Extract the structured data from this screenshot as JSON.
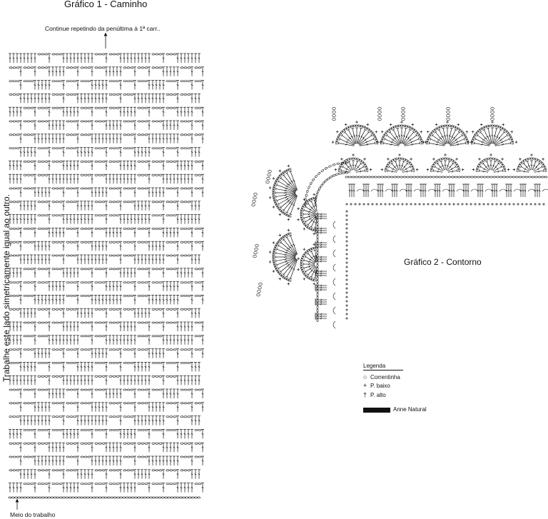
{
  "chart1": {
    "title": "Gráfico 1 - Caminho",
    "top_note": "Continue repetindo da penúltima à 1ª carr..",
    "side_note": "Trabalhe este lado simetricamente igual ao outro.",
    "bottom_note": "Meio do trabalho"
  },
  "chart2": {
    "title": "Gráfico 2 - Contorno"
  },
  "legend": {
    "title": "Legenda",
    "items": [
      {
        "symbol": "chain-icon",
        "glyph": "○",
        "label": "Correntinha"
      },
      {
        "symbol": "single-crochet-icon",
        "glyph": "+",
        "label": "P. baixo"
      },
      {
        "symbol": "double-crochet-icon",
        "glyph": "†",
        "label": "P. alto"
      }
    ],
    "brand": "Anne Natural"
  }
}
